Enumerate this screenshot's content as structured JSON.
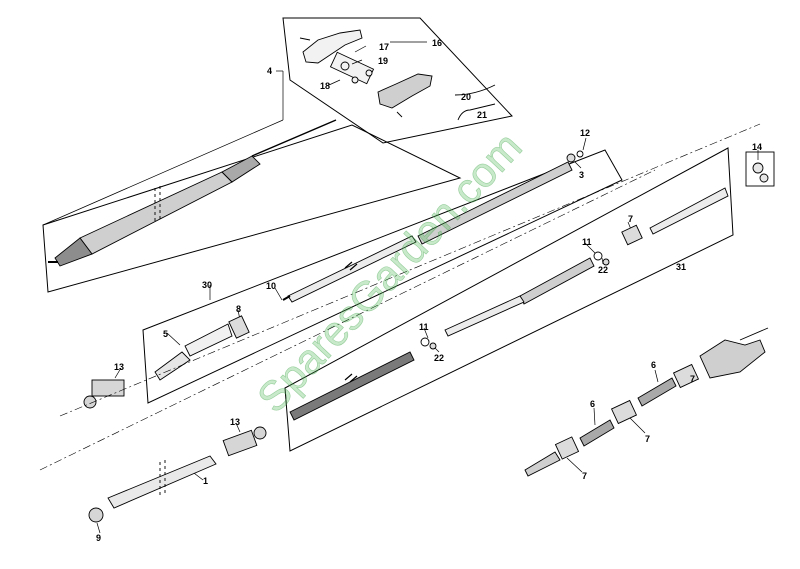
{
  "labels": {
    "p1": "1",
    "p3": "3",
    "p4": "4",
    "p5": "5",
    "p6a": "6",
    "p6b": "6",
    "p7a": "7",
    "p7b": "7",
    "p7c": "7",
    "p7d": "7",
    "p8": "8",
    "p9": "9",
    "p10": "10",
    "p11a": "11",
    "p11b": "11",
    "p12": "12",
    "p13a": "13",
    "p13b": "13",
    "p14": "14",
    "p16": "16",
    "p17": "17",
    "p18": "18",
    "p19": "19",
    "p20": "20",
    "p21": "21",
    "p22a": "22",
    "p22b": "22",
    "p30": "30",
    "p31": "31"
  },
  "watermark": "SparesGarden.com"
}
